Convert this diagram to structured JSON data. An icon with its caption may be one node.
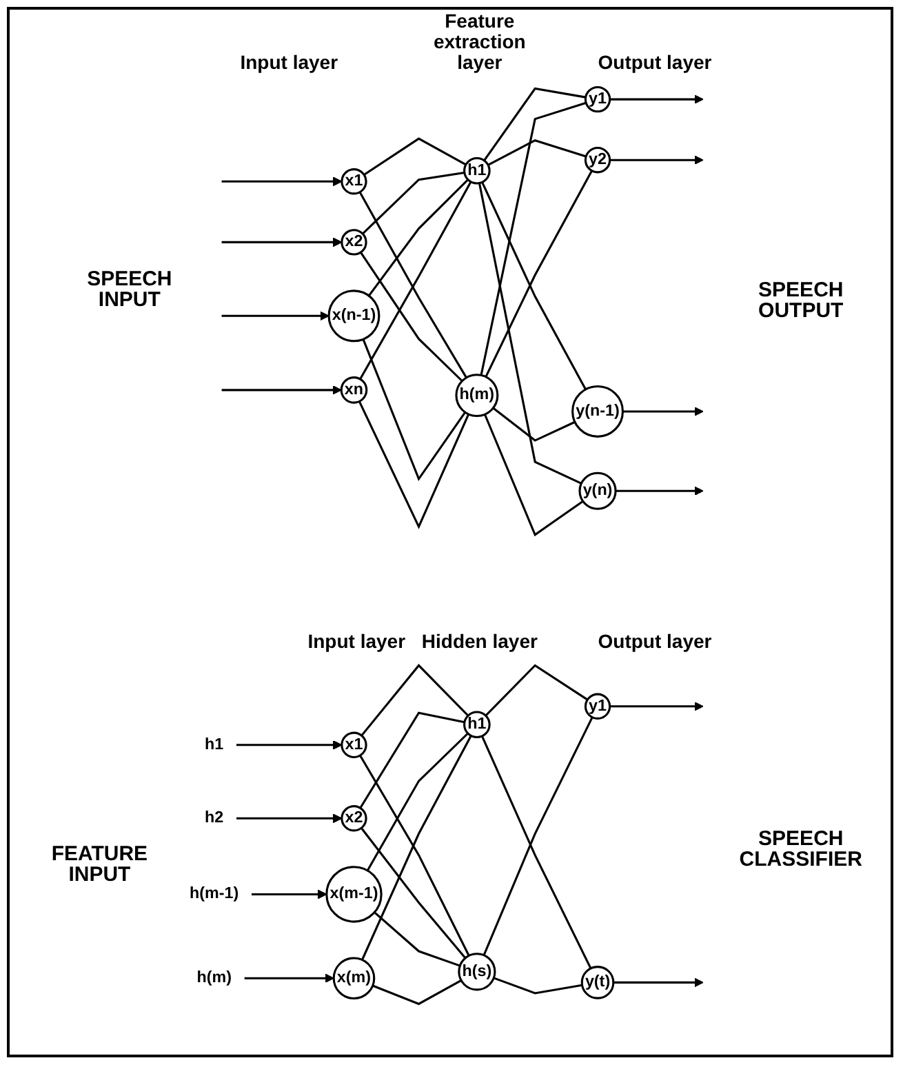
{
  "diagram": {
    "nodes": [
      {
        "text": [
          "x1"
        ]
      },
      {
        "text": [
          "x2"
        ]
      },
      {
        "text": [
          "x(n-1)"
        ]
      },
      {
        "text": [
          "xn"
        ]
      },
      {
        "text": [
          "h1"
        ]
      },
      {
        "text": [
          "h(m)"
        ]
      },
      {
        "text": [
          "y1"
        ]
      },
      {
        "text": [
          "y2"
        ]
      },
      {
        "text": [
          "y(n-1)"
        ]
      },
      {
        "text": [
          "y(n)"
        ]
      },
      {
        "text": [
          "h1"
        ]
      },
      {
        "text": [
          "h2"
        ]
      },
      {
        "text": [
          "h(m-1)"
        ]
      },
      {
        "text": [
          "h(m)"
        ]
      },
      {
        "text": [
          "x1"
        ]
      },
      {
        "text": [
          "x2"
        ]
      },
      {
        "text": [
          "x(m-1)"
        ]
      },
      {
        "text": [
          "x(m)"
        ]
      },
      {
        "text": [
          "h1"
        ]
      },
      {
        "text": [
          "h(s)"
        ]
      },
      {
        "text": [
          "y1"
        ]
      },
      {
        "text": [
          "y(t)"
        ]
      }
    ],
    "edges": [
      {
        "from": null,
        "to": 0,
        "arrow": "to"
      },
      {
        "from": null,
        "to": 1,
        "arrow": "to"
      },
      {
        "from": null,
        "to": 2,
        "arrow": "to"
      },
      {
        "from": null,
        "to": 3,
        "arrow": "to"
      },
      {
        "from": 0,
        "to": 4,
        "arrow": "none"
      },
      {
        "from": 0,
        "to": 5,
        "arrow": "none"
      },
      {
        "from": 1,
        "to": 4,
        "arrow": "none"
      },
      {
        "from": 1,
        "to": 5,
        "arrow": "none"
      },
      {
        "from": 2,
        "to": 4,
        "arrow": "none"
      },
      {
        "from": 2,
        "to": 5,
        "arrow": "none"
      },
      {
        "from": 3,
        "to": 4,
        "arrow": "none"
      },
      {
        "from": 3,
        "to": 5,
        "arrow": "none"
      },
      {
        "from": 4,
        "to": 6,
        "arrow": "none"
      },
      {
        "from": 4,
        "to": 7,
        "arrow": "none"
      },
      {
        "from": 4,
        "to": 8,
        "arrow": "none"
      },
      {
        "from": 4,
        "to": 9,
        "arrow": "none"
      },
      {
        "from": 5,
        "to": 6,
        "arrow": "none"
      },
      {
        "from": 5,
        "to": 7,
        "arrow": "none"
      },
      {
        "from": 5,
        "to": 8,
        "arrow": "none"
      },
      {
        "from": 5,
        "to": 9,
        "arrow": "none"
      },
      {
        "from": 6,
        "to": null,
        "arrow": "to"
      },
      {
        "from": 7,
        "to": null,
        "arrow": "to"
      },
      {
        "from": 8,
        "to": null,
        "arrow": "to"
      },
      {
        "from": 9,
        "to": null,
        "arrow": "to"
      },
      {
        "from": 10,
        "to": 14,
        "arrow": "to"
      },
      {
        "from": 11,
        "to": 15,
        "arrow": "to"
      },
      {
        "from": 12,
        "to": 16,
        "arrow": "to"
      },
      {
        "from": 13,
        "to": 17,
        "arrow": "to"
      },
      {
        "from": 14,
        "to": 18,
        "arrow": "none"
      },
      {
        "from": 14,
        "to": 19,
        "arrow": "none"
      },
      {
        "from": 15,
        "to": 18,
        "arrow": "none"
      },
      {
        "from": 15,
        "to": 19,
        "arrow": "none"
      },
      {
        "from": 16,
        "to": 18,
        "arrow": "none"
      },
      {
        "from": 16,
        "to": 19,
        "arrow": "none"
      },
      {
        "from": 17,
        "to": 18,
        "arrow": "none"
      },
      {
        "from": 17,
        "to": 19,
        "arrow": "none"
      },
      {
        "from": 18,
        "to": 20,
        "arrow": "none"
      },
      {
        "from": 18,
        "to": 21,
        "arrow": "none"
      },
      {
        "from": 19,
        "to": 20,
        "arrow": "none"
      },
      {
        "from": 19,
        "to": 21,
        "arrow": "none"
      },
      {
        "from": 20,
        "to": null,
        "arrow": "to"
      },
      {
        "from": 21,
        "to": null,
        "arrow": "to"
      }
    ],
    "labels": [
      "Input layer",
      "Feature extraction layer",
      "Output layer",
      "SPEECH INPUT",
      "SPEECH OUTPUT",
      "Input layer",
      "Hidden layer",
      "Output layer",
      "FEATURE INPUT",
      "SPEECH CLASSIFIER"
    ]
  }
}
